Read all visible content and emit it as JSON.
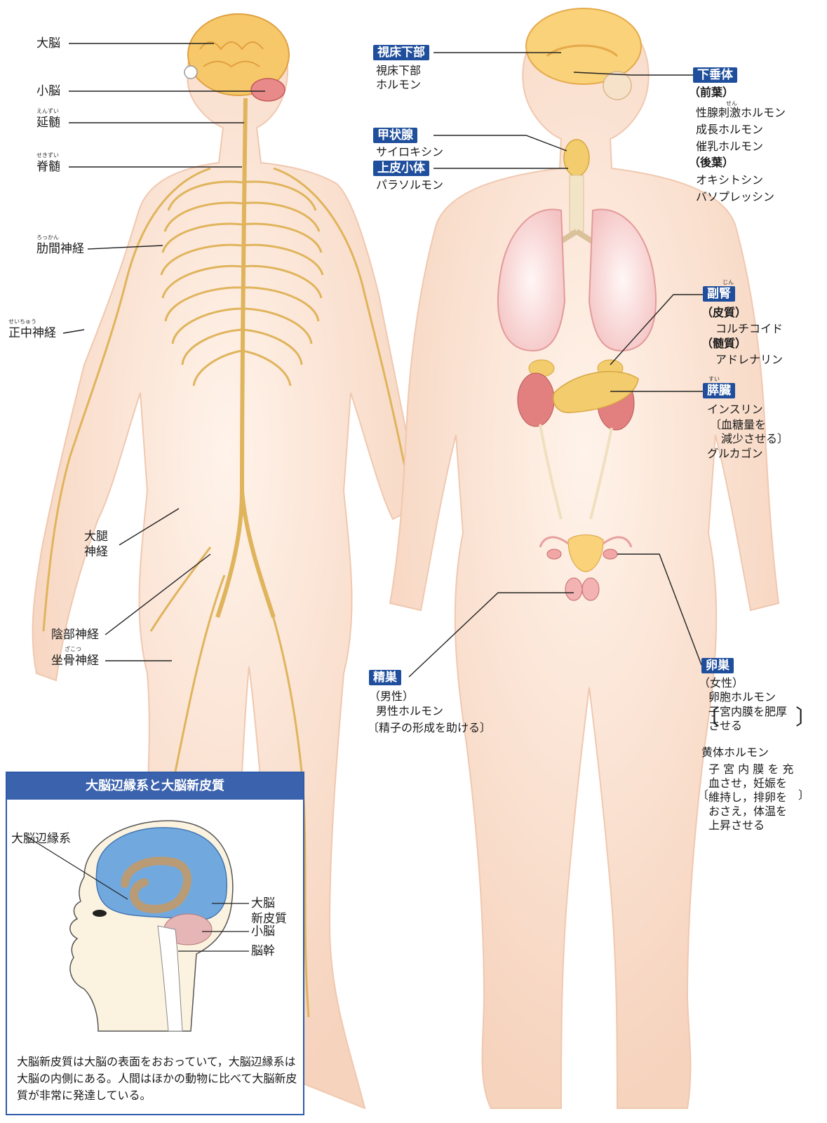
{
  "nervous": {
    "labels": [
      {
        "id": "cerebrum",
        "text": "大脳"
      },
      {
        "id": "cerebellum",
        "text": "小脳"
      },
      {
        "id": "medulla",
        "text": "延髄",
        "ruby": "えんずい"
      },
      {
        "id": "spinal-cord",
        "text": "脊髄",
        "ruby": "せきずい"
      },
      {
        "id": "intercostal",
        "text": "肋間神経",
        "ruby": "ろっかん"
      },
      {
        "id": "median",
        "text": "正中神経",
        "ruby": "せいちゅう"
      },
      {
        "id": "femoral-1",
        "text": "大腿"
      },
      {
        "id": "femoral-2",
        "text": "神経"
      },
      {
        "id": "pudendal",
        "text": "陰部神経"
      },
      {
        "id": "sciatic",
        "text": "坐骨神経",
        "ruby": "ざこつ"
      }
    ]
  },
  "endocrine": {
    "hypothalamus": {
      "badge": "視床下部",
      "lines": [
        "視床下部",
        "ホルモン"
      ]
    },
    "pituitary": {
      "badge": "下垂体",
      "sections": [
        {
          "head": "（前葉）",
          "items": [
            "性腺刺激ホルモン",
            "成長ホルモン",
            "催乳ホルモン"
          ],
          "ruby": "せん"
        },
        {
          "head": "（後葉）",
          "items": [
            "オキシトシン",
            "バソプレッシン"
          ]
        }
      ]
    },
    "thyroid": {
      "badge": "甲状腺",
      "lines": [
        "サイロキシン"
      ]
    },
    "parathyroid": {
      "badge": "上皮小体",
      "lines": [
        "パラソルモン"
      ]
    },
    "adrenal": {
      "badge": "副腎",
      "ruby": "じん",
      "sections": [
        {
          "head": "（皮質）",
          "items": [
            "コルチコイド"
          ]
        },
        {
          "head": "（髄質）",
          "items": [
            "アドレナリン"
          ]
        }
      ]
    },
    "pancreas": {
      "badge": "膵臓",
      "ruby": "すい",
      "lines": [
        "インスリン",
        "〔血糖量を",
        "減少させる〕",
        "グルカゴン"
      ]
    },
    "testis": {
      "badge": "精巣",
      "lines": [
        "（男性）",
        "男性ホルモン",
        "〔精子の形成を助ける〕"
      ]
    },
    "ovary": {
      "badge": "卵巣",
      "lines": [
        "（女性）",
        "卵胞ホルモン",
        "子宮内膜を肥厚",
        "させる"
      ],
      "luteal_title": "黄体ホルモン",
      "luteal_lines": [
        "子 宮 内 膜 を 充",
        "血させ，妊娠を",
        "維持し，排卵を",
        "おさえ，体温を",
        "上昇させる"
      ]
    }
  },
  "inset": {
    "title": "大脳辺縁系と大脳新皮質",
    "labels": {
      "limbic": "大脳辺縁系",
      "neocortex_1": "大脳",
      "neocortex_2": "新皮質",
      "cerebellum": "小脳",
      "brainstem": "脳幹"
    },
    "caption": "大脳新皮質は大脳の表面をおおっていて，大脳辺縁系は大脳の内側にある。人間はほかの動物に比べて大脳新皮質が非常に発達している。"
  },
  "colors": {
    "badge": "#1f4e9c",
    "skin": "#fbe3d4",
    "nerve": "#e0b45c",
    "brain": "#f7c86a",
    "inset_border": "#2f5ba8"
  }
}
